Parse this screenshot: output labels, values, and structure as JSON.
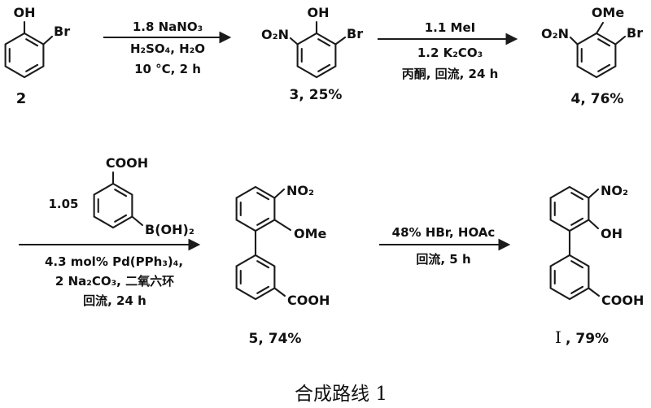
{
  "caption": "合成路线 1",
  "compounds": {
    "c2": {
      "label": "2",
      "oh": "OH",
      "br": "Br"
    },
    "c3": {
      "label": "3, 25%",
      "oh": "OH",
      "br": "Br",
      "no2": "O₂N"
    },
    "c4": {
      "label": "4, 76%",
      "ome": "OMe",
      "br": "Br",
      "no2": "O₂N"
    },
    "boronic": {
      "equiv": "1.05",
      "cooh": "COOH",
      "boh2": "B(OH)₂"
    },
    "c5": {
      "label": "5, 74%",
      "no2": "NO₂",
      "ome": "OMe",
      "cooh": "COOH"
    },
    "cI": {
      "label_name": "I",
      "label_yield": ", 79%",
      "no2": "NO₂",
      "oh": "OH",
      "cooh": "COOH"
    }
  },
  "steps": {
    "s1": {
      "above": "1.8 NaNO₃",
      "below1": "H₂SO₄, H₂O",
      "below2": "10 °C, 2 h"
    },
    "s2": {
      "above": "1.1  MeI",
      "below1": "1.2 K₂CO₃",
      "below2": "丙酮, 回流, 24 h"
    },
    "s3": {
      "below1": "4.3 mol% Pd(PPh₃)₄,",
      "below2": "2 Na₂CO₃, 二氧六环",
      "below3": "回流, 24 h"
    },
    "s4": {
      "above": "48% HBr, HOAc",
      "below1": "回流, 5 h"
    }
  }
}
